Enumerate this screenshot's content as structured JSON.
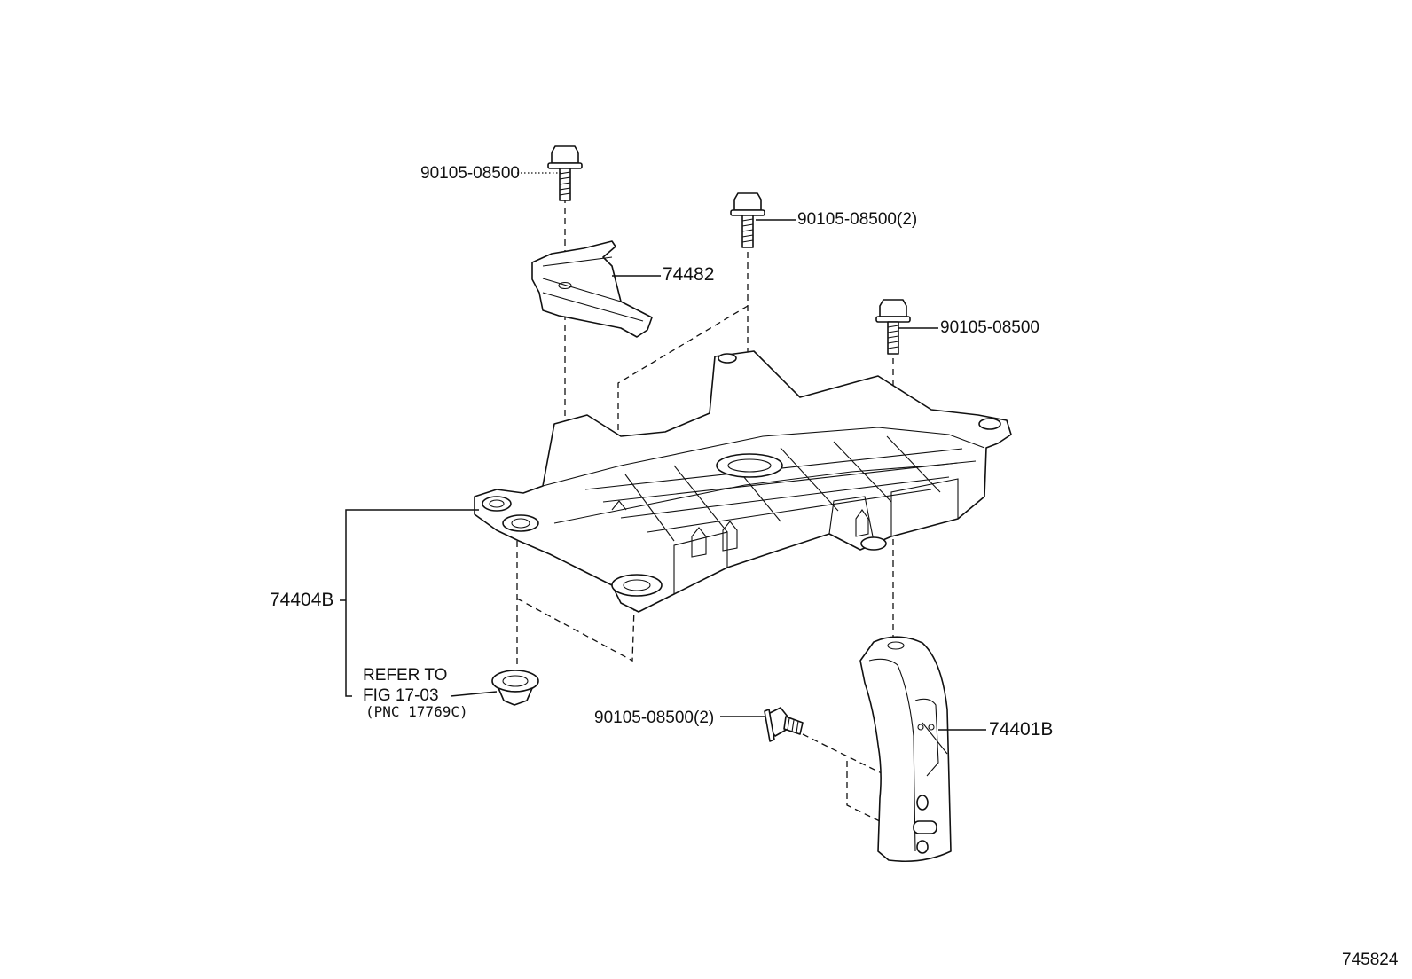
{
  "parts": {
    "bolt_top_left": "90105-08500",
    "bolt_top_mid": "90105-08500(2)",
    "bolt_right": "90105-08500",
    "bolt_bottom": "90105-08500(2)",
    "bracket_top": "74482",
    "tray": "74404B",
    "support": "74401B"
  },
  "refer": {
    "line1": "REFER TO",
    "line2": "FIG 17-03",
    "line3": "(PNC 17769C)"
  },
  "illustration_number": "745824"
}
